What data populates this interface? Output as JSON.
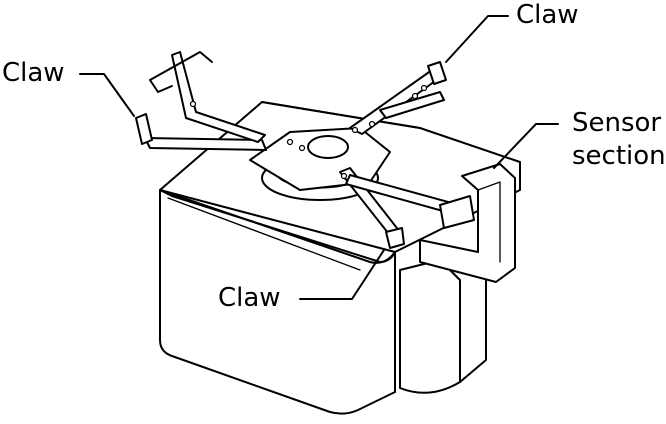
{
  "figure": {
    "labels": {
      "claw_left": "Claw",
      "claw_top": "Claw",
      "claw_bottom": "Claw",
      "sensor_line1": "Sensor",
      "sensor_line2": "section"
    }
  }
}
